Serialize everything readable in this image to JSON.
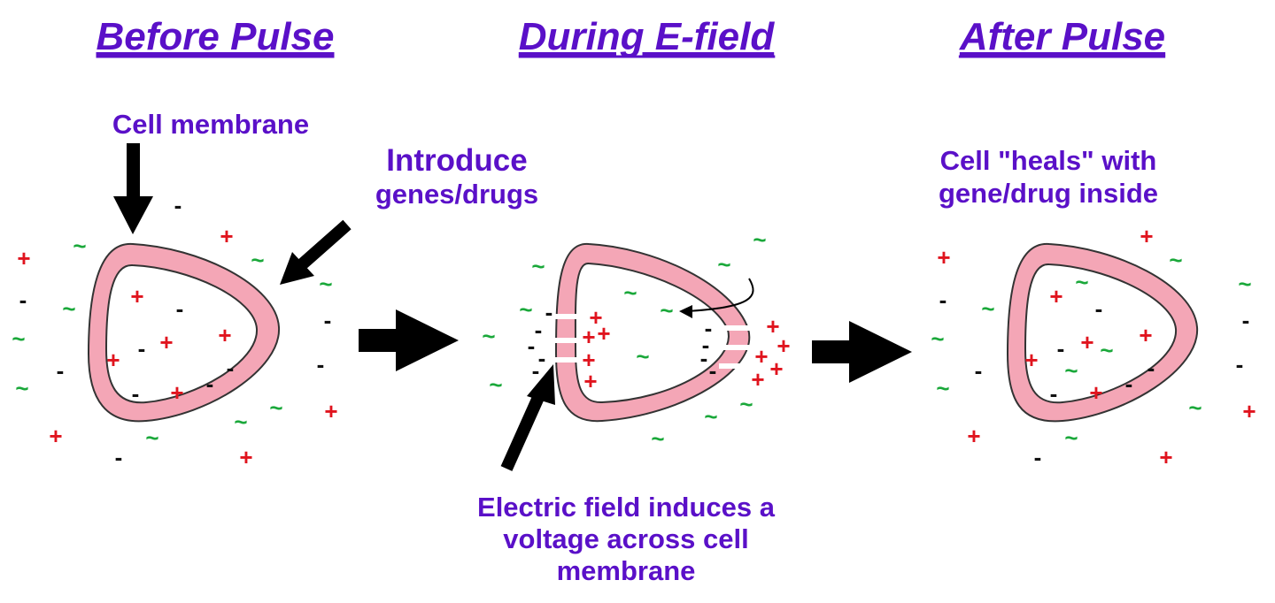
{
  "panels": {
    "before": {
      "title": "Before Pulse"
    },
    "during": {
      "title": "During E-field"
    },
    "after": {
      "title": "After Pulse"
    }
  },
  "labels": {
    "cell_membrane": "Cell membrane",
    "introduce_line1": "Introduce",
    "introduce_line2": "genes/drugs",
    "heals_line1": "Cell \"heals\" with",
    "heals_line2": "gene/drug inside",
    "efield_line1": "Electric field induces a",
    "efield_line2": "voltage across cell",
    "efield_line3": "membrane"
  },
  "symbols": {
    "plus": "+",
    "minus": "-",
    "tilde": "~"
  },
  "colors": {
    "text": "#5a10c8",
    "membrane_fill": "#f4a6b6",
    "positive_ion": "#e0141e",
    "negative_ion": "#111111",
    "gene_drug": "#1aa83a",
    "arrow": "#000000"
  }
}
